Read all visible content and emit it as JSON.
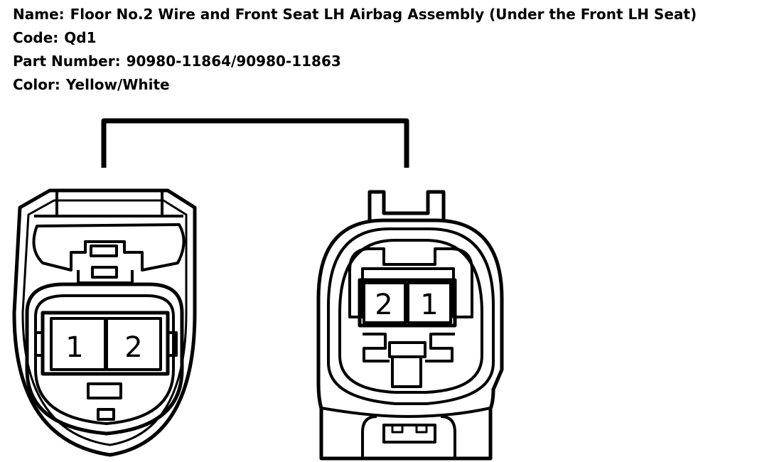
{
  "info": {
    "name_label": "Name:",
    "name_value": "Floor No.2 Wire and Front Seat LH Airbag Assembly (Under the Front LH Seat)",
    "code_label": "Code:",
    "code_value": "Qd1",
    "part_label": "Part Number:",
    "part_value": "90980-11864/90980-11863",
    "color_label": "Color:",
    "color_value": "Yellow/White"
  },
  "left_connector": {
    "pins": [
      "1",
      "2"
    ]
  },
  "right_connector": {
    "pins": [
      "2",
      "1"
    ]
  }
}
